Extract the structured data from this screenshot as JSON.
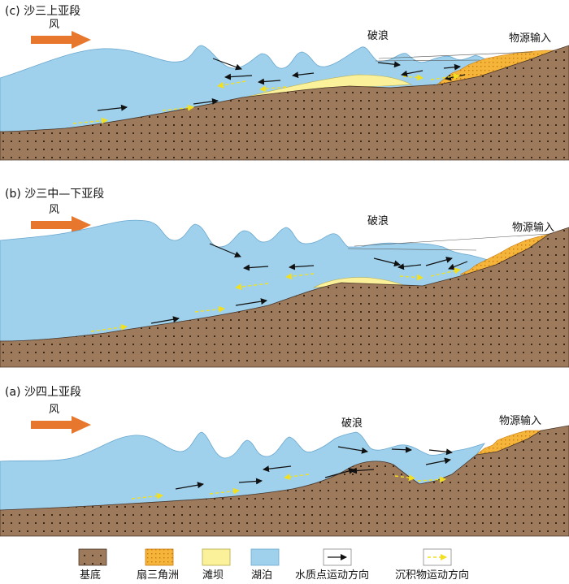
{
  "colors": {
    "basement": "#9e7a5c",
    "basement_dot": "#3a2a1c",
    "fan_delta": "#f5b43a",
    "fan_dot": "#c97a10",
    "bar": "#fbf19a",
    "lake": "#9fd1ec",
    "lake_line": "#6aa7cf",
    "wind": "#e8772e",
    "water_arrow": "#111111",
    "sediment_arrow": "#f2e020"
  },
  "panels": [
    {
      "title": "(c) 沙三上亚段",
      "wind": "风",
      "breaker": "破浪",
      "source": "物源输入"
    },
    {
      "title": "(b) 沙三中—下亚段",
      "wind": "风",
      "breaker": "破浪",
      "source": "物源输入"
    },
    {
      "title": "(a) 沙四上亚段",
      "wind": "风",
      "breaker": "破浪",
      "source": "物源输入"
    }
  ],
  "legend": [
    {
      "label": "基底",
      "icon": "basement-swatch"
    },
    {
      "label": "扇三角洲",
      "icon": "fan-delta-swatch"
    },
    {
      "label": "滩坝",
      "icon": "beach-bar-swatch"
    },
    {
      "label": "湖泊",
      "icon": "lake-swatch"
    },
    {
      "label": "水质点运动方向",
      "icon": "black-arrow-icon"
    },
    {
      "label": "沉积物运动方向",
      "icon": "yellow-dashed-arrow-icon"
    }
  ]
}
